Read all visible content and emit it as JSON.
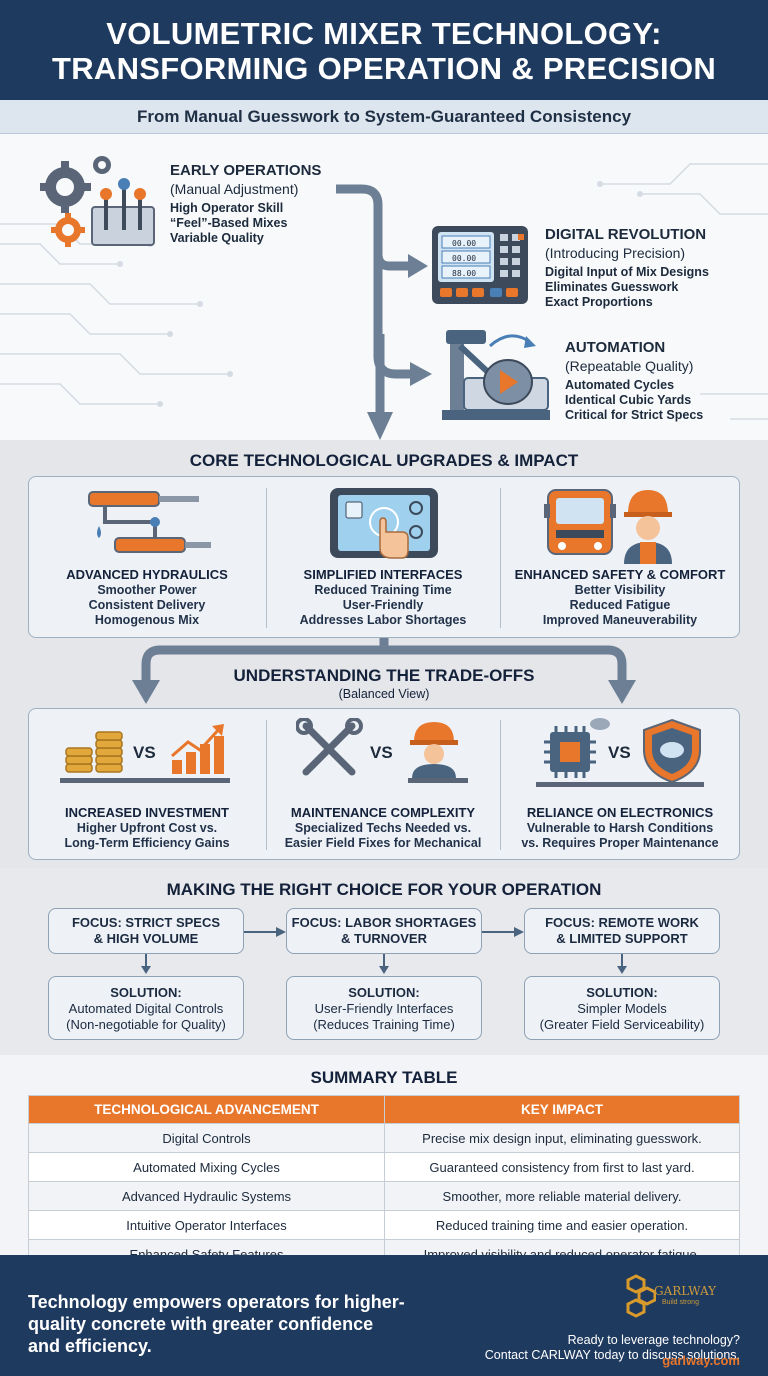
{
  "header": {
    "title_line1": "VOLUMETRIC MIXER TECHNOLOGY:",
    "title_line2": "TRANSFORMING OPERATION & PRECISION",
    "subtitle": "From Manual Guesswork to System-Guaranteed Consistency"
  },
  "evolution": {
    "early": {
      "title": "EARLY OPERATIONS",
      "subtitle": "(Manual Adjustment)",
      "points": [
        "High Operator Skill",
        "“Feel”-Based Mixes",
        "Variable Quality"
      ]
    },
    "digital": {
      "title": "DIGITAL REVOLUTION",
      "subtitle": "(Introducing Precision)",
      "points": [
        "Digital Input of Mix Designs",
        "Eliminates Guesswork",
        "Exact Proportions"
      ],
      "display": [
        "00.00",
        "00.00",
        "88.00"
      ]
    },
    "automation": {
      "title": "AUTOMATION",
      "subtitle": "(Repeatable Quality)",
      "points": [
        "Automated Cycles",
        "Identical Cubic Yards",
        "Critical for Strict Specs"
      ]
    }
  },
  "upgrades": {
    "title": "CORE TECHNOLOGICAL UPGRADES & IMPACT",
    "items": [
      {
        "title": "ADVANCED HYDRAULICS",
        "points": [
          "Smoother Power",
          "Consistent Delivery",
          "Homogenous Mix"
        ]
      },
      {
        "title": "SIMPLIFIED INTERFACES",
        "points": [
          "Reduced Training Time",
          "User-Friendly",
          "Addresses Labor Shortages"
        ]
      },
      {
        "title": "ENHANCED SAFETY & COMFORT",
        "points": [
          "Better Visibility",
          "Reduced Fatigue",
          "Improved Maneuverability"
        ]
      }
    ]
  },
  "tradeoffs": {
    "title": "UNDERSTANDING THE TRADE-OFFS",
    "subtitle": "(Balanced View)",
    "vs": "VS",
    "items": [
      {
        "title": "INCREASED INVESTMENT",
        "points": [
          "Higher Upfront Cost vs.",
          "Long-Term Efficiency Gains"
        ]
      },
      {
        "title": "MAINTENANCE COMPLEXITY",
        "points": [
          "Specialized Techs Needed vs.",
          "Easier Field Fixes for Mechanical"
        ]
      },
      {
        "title": "RELIANCE ON ELECTRONICS",
        "points": [
          "Vulnerable to Harsh Conditions",
          "vs. Requires Proper Maintenance"
        ]
      }
    ]
  },
  "choice": {
    "title": "MAKING THE RIGHT CHOICE FOR YOUR OPERATION",
    "items": [
      {
        "focus": [
          "FOCUS: STRICT SPECS",
          "& HIGH VOLUME"
        ],
        "solution": [
          "SOLUTION:",
          "Automated Digital Controls",
          "(Non-negotiable for Quality)"
        ]
      },
      {
        "focus": [
          "FOCUS: LABOR SHORTAGES",
          "& TURNOVER"
        ],
        "solution": [
          "SOLUTION:",
          "User-Friendly Interfaces",
          "(Reduces Training Time)"
        ]
      },
      {
        "focus": [
          "FOCUS: REMOTE WORK",
          "& LIMITED SUPPORT"
        ],
        "solution": [
          "SOLUTION:",
          "Simpler Models",
          "(Greater Field Serviceability)"
        ]
      }
    ]
  },
  "summary": {
    "title": "SUMMARY TABLE",
    "headers": [
      "TECHNOLOGICAL ADVANCEMENT",
      "KEY IMPACT"
    ],
    "rows": [
      [
        "Digital Controls",
        "Precise mix design input, eliminating guesswork."
      ],
      [
        "Automated Mixing Cycles",
        "Guaranteed consistency from first to last yard."
      ],
      [
        "Advanced Hydraulic Systems",
        "Smoother, more reliable material delivery."
      ],
      [
        "Intuitive Operator Interfaces",
        "Reduced training time and easier operation."
      ],
      [
        "Enhanced Safety Features",
        "Improved visibility and reduced operator fatigue."
      ]
    ]
  },
  "footer": {
    "message": "Technology empowers operators for higher-quality concrete with greater confidence and efficiency.",
    "cta_line1": "Ready to leverage technology?",
    "cta_line2": "Contact CARLWAY today to discuss solutions.",
    "url": "garlway.com",
    "logo_name": "GARLWAY",
    "logo_tagline": "Build strong"
  },
  "colors": {
    "navy": "#1f3a5f",
    "orange": "#e8762b",
    "steel": "#6c7f95",
    "band": "#e4e6e9"
  }
}
